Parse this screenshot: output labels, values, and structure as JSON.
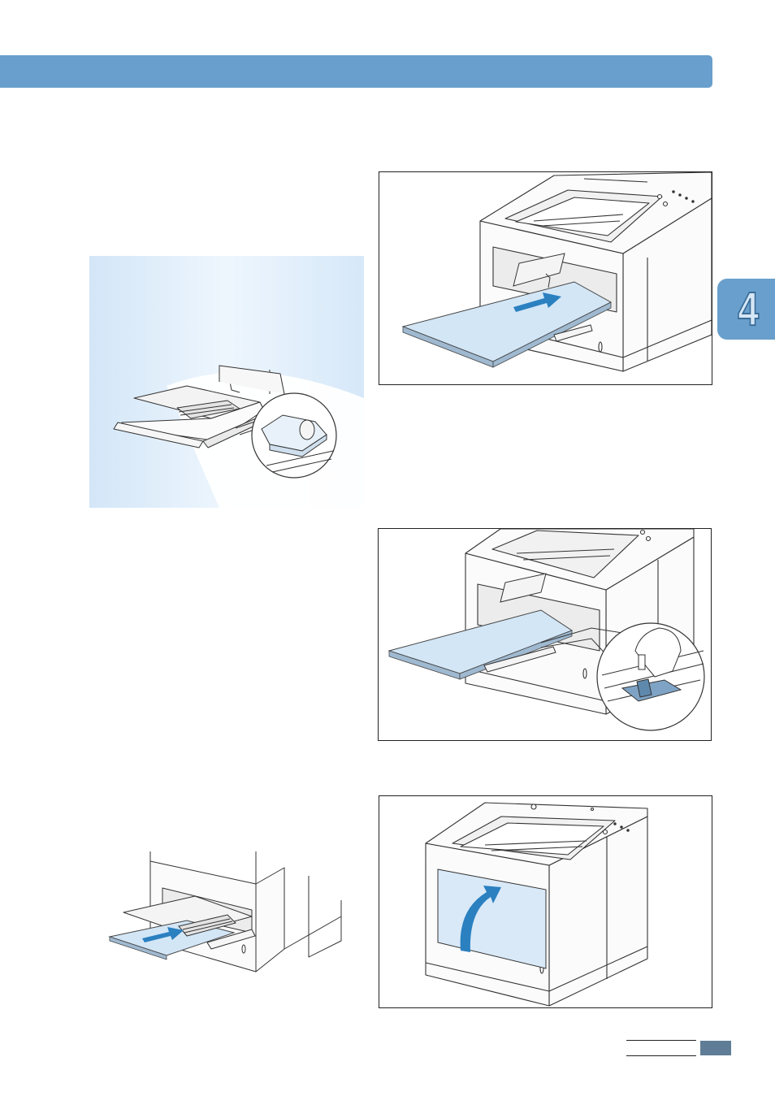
{
  "chapter_tab": {
    "number": "4"
  },
  "colors": {
    "header_bar": "#689fcc",
    "chapter_tab": "#689fcc",
    "note_panel_edge": "#d3e6f8",
    "note_panel_center": "#eef6fd",
    "paper": "#d3e6f6",
    "arrow": "#2b80c0",
    "page_number_box": "#5f7d96"
  },
  "icons": [
    "printer-illustration",
    "paper-stack",
    "insert-arrow",
    "zoom-inset",
    "curved-arrow"
  ]
}
